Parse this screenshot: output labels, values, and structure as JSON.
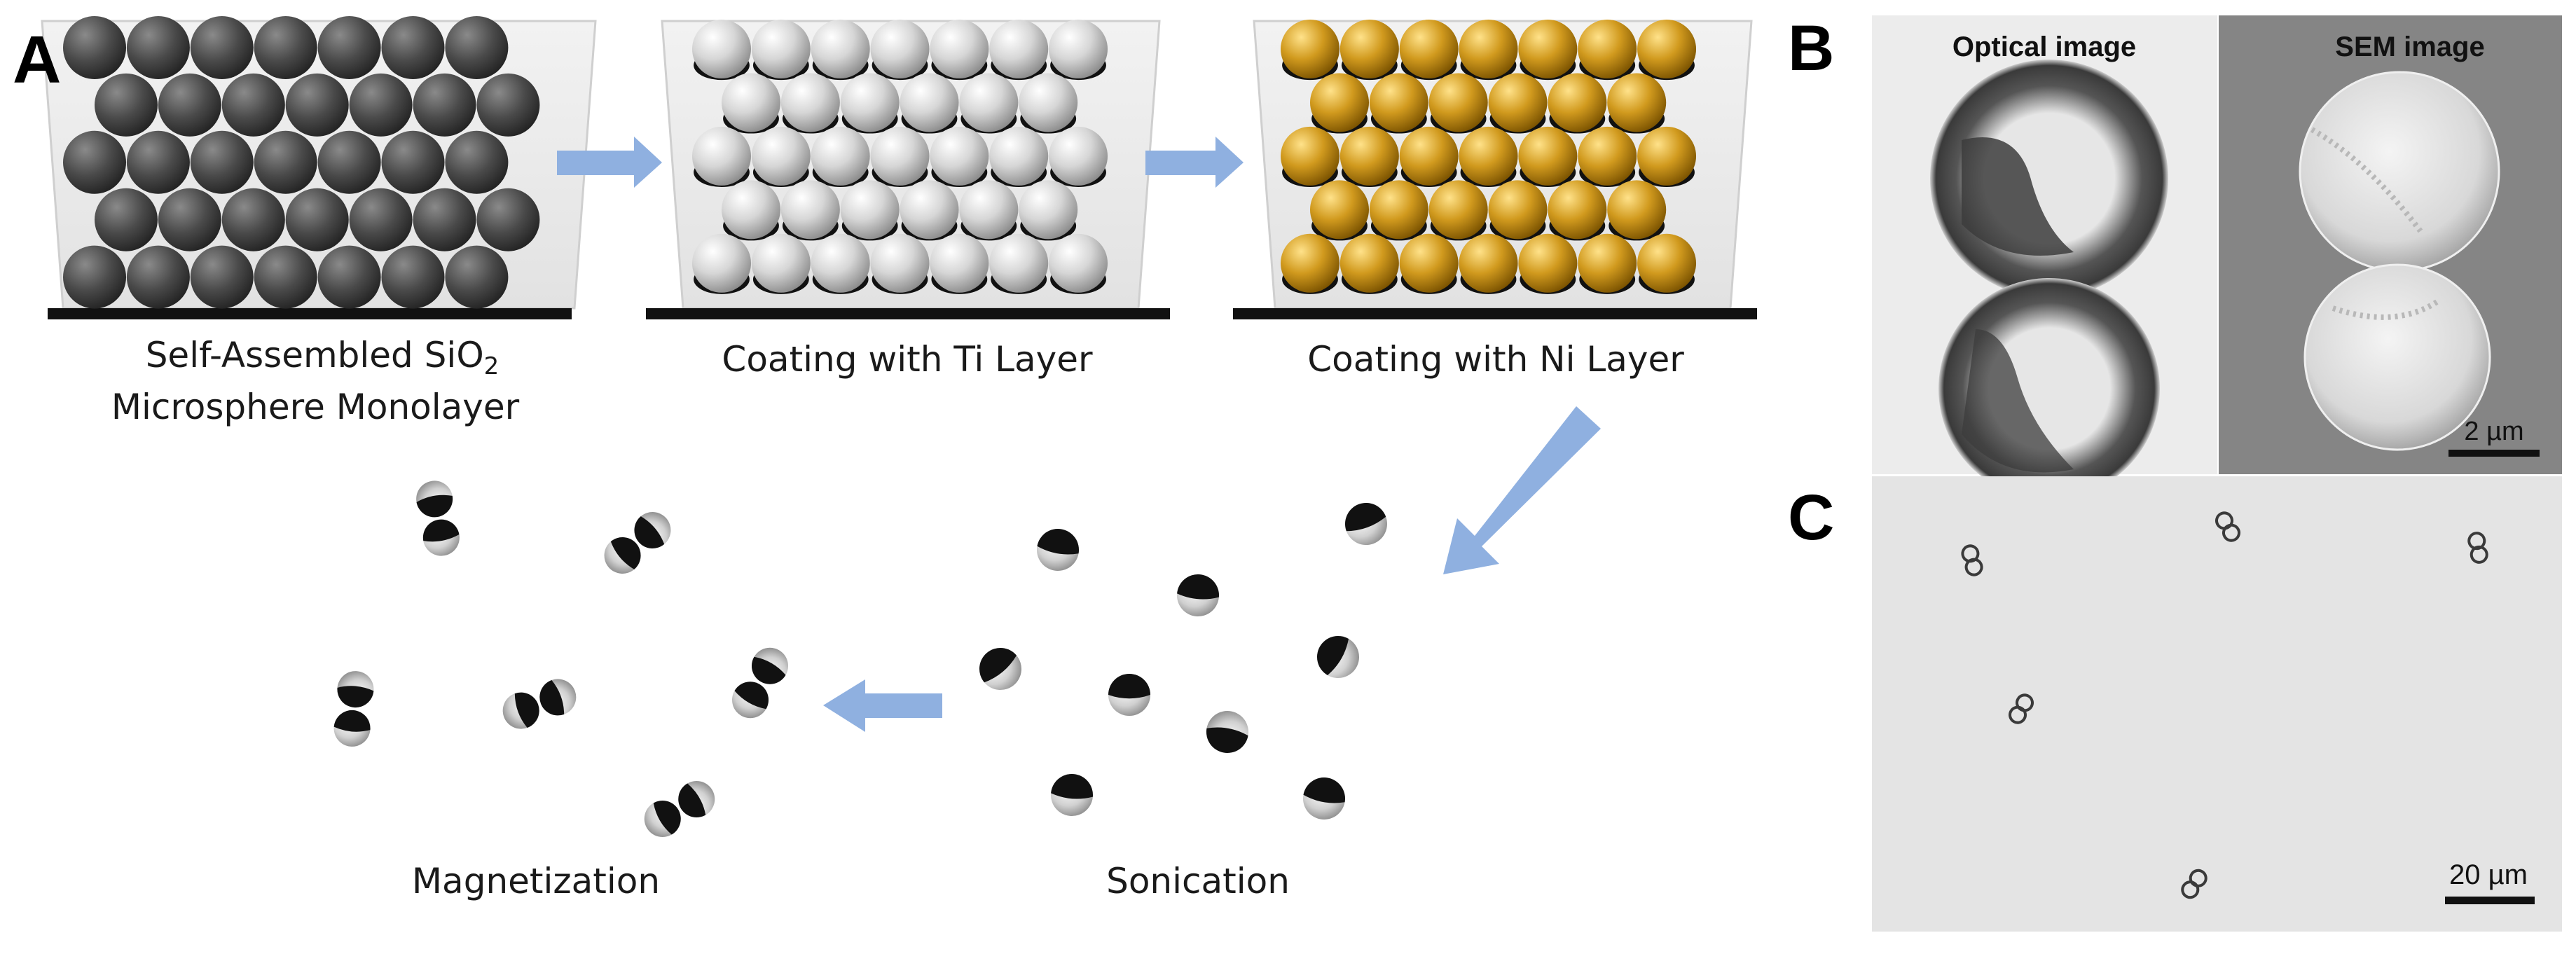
{
  "panels": {
    "a": "A",
    "b": "B",
    "c": "C"
  },
  "steps": {
    "step1_line1": "Self-Assembled SiO",
    "step1_sub": "2",
    "step1_line2": "Microsphere Monolayer",
    "step2": "Coating with Ti Layer",
    "step3": "Coating with Ni Layer",
    "step4": "Sonication",
    "step5": "Magnetization"
  },
  "micrographs": {
    "optical_title": "Optical image",
    "sem_title": "SEM  image",
    "sem_scale": "2 µm",
    "wide_scale": "20 µm"
  },
  "colors": {
    "arrow": "#8fb0e0",
    "silica": "#505050",
    "titanium": "#dcdcdc",
    "nickel": "#c9961c",
    "janus_cap": "#111111"
  }
}
